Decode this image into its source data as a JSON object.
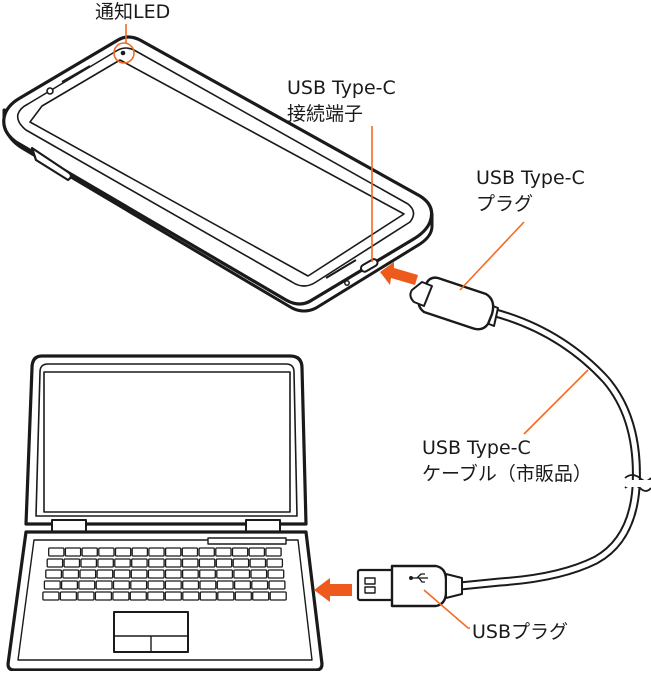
{
  "labels": {
    "notification_led": "通知LED",
    "usb_c_port_line1": "USB Type-C",
    "usb_c_port_line2": "接続端子",
    "usb_c_plug_line1": "USB Type-C",
    "usb_c_plug_line2": "プラグ",
    "cable_line1": "USB Type-C",
    "cable_line2": "ケーブル（市販品）",
    "usb_plug": "USBプラグ"
  },
  "colors": {
    "leader_line": "#f26b21",
    "arrow": "#ee5a1b",
    "outline": "#1a1a1a"
  }
}
